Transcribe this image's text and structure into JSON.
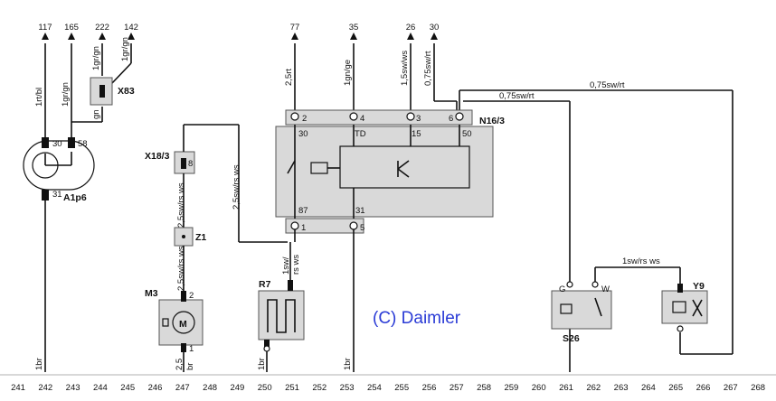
{
  "top_numbers": [
    "117",
    "165",
    "222",
    "142",
    "77",
    "35",
    "26",
    "30"
  ],
  "wire_labels": {
    "a": "1rt/bl",
    "b": "1gr/gn",
    "c": "1gr/gn",
    "d": "1gr/gn",
    "e": "gn",
    "f": "2,5rt",
    "g": "1gn/ge",
    "h": "1,5sw/ws",
    "i": "0,75sw/rt",
    "j": "0,75sw/rt",
    "k": "0,75sw/rt",
    "l": "2,5sw/rs ws",
    "m": "2,5sw/rs ws",
    "n": "2,5sw/rs ws",
    "o": "1sw/",
    "p": "rs ws",
    "q": "1sw/rs ws",
    "r": "1br",
    "s": "2,5",
    "t": "br",
    "u": "1br",
    "v": "1br"
  },
  "components": {
    "a1p6": "A1p6",
    "x83": "X83",
    "x18": "X18/3",
    "z1": "Z1",
    "m3": "M3",
    "r7": "R7",
    "n16": "N16/3",
    "s26": "S26",
    "y9": "Y9"
  },
  "pins": {
    "a1_30": "30",
    "a1_58": "58",
    "a1_31": "31",
    "x18_8": "8",
    "m3_2": "2",
    "m3_1": "1",
    "n_2": "2",
    "n_4": "4",
    "n_3": "3",
    "n_6": "6",
    "n_30": "30",
    "n_td": "TD",
    "n_15": "15",
    "n_50": "50",
    "n_87": "87",
    "n_31": "31",
    "n_1": "1",
    "n_5": "5",
    "s26_g": "G",
    "s26_w": "W"
  },
  "watermark": "(C) Daimler",
  "ruler": [
    "241",
    "242",
    "243",
    "244",
    "245",
    "246",
    "247",
    "248",
    "249",
    "250",
    "251",
    "252",
    "253",
    "254",
    "255",
    "256",
    "257",
    "258",
    "259",
    "260",
    "261",
    "262",
    "263",
    "264",
    "265",
    "266",
    "267",
    "268"
  ]
}
